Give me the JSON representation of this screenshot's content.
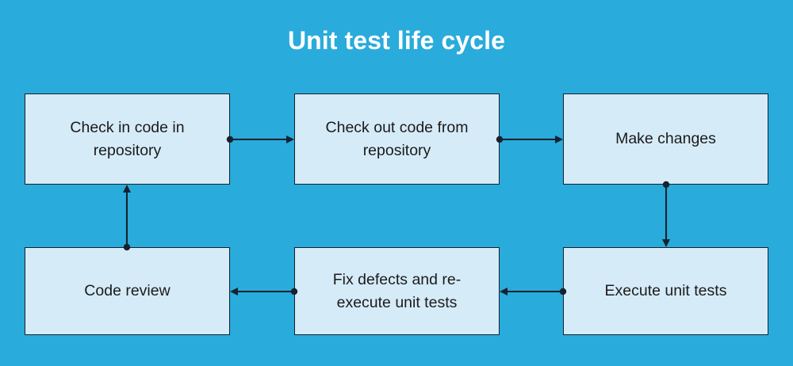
{
  "diagram": {
    "title": "Unit test life cycle",
    "type": "flowchart",
    "background_color": "#29abdc",
    "node_fill_color": "#d6ebf8",
    "node_border_color": "#16222e",
    "title_color": "#ffffff",
    "nodes": [
      {
        "id": "checkin",
        "label": "Check in code in repository"
      },
      {
        "id": "checkout",
        "label": "Check out code from repository"
      },
      {
        "id": "changes",
        "label": "Make changes"
      },
      {
        "id": "execute",
        "label": "Execute unit tests"
      },
      {
        "id": "fix",
        "label": "Fix defects and re-execute unit tests"
      },
      {
        "id": "review",
        "label": "Code review"
      }
    ],
    "edges": [
      {
        "from": "checkin",
        "to": "checkout",
        "direction": "right"
      },
      {
        "from": "checkout",
        "to": "changes",
        "direction": "right"
      },
      {
        "from": "changes",
        "to": "execute",
        "direction": "down"
      },
      {
        "from": "execute",
        "to": "fix",
        "direction": "left"
      },
      {
        "from": "fix",
        "to": "review",
        "direction": "left"
      },
      {
        "from": "review",
        "to": "checkin",
        "direction": "up"
      }
    ]
  }
}
